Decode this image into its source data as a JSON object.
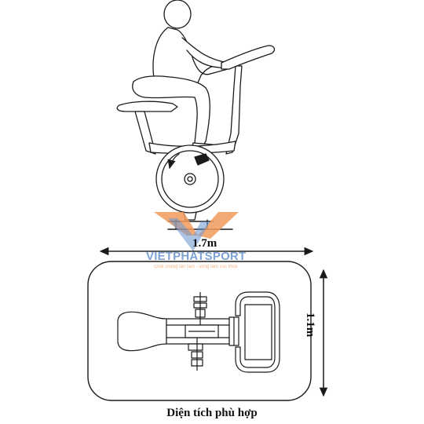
{
  "diagram": {
    "dimensions": {
      "width": "1.7m",
      "height": "1.1m"
    },
    "caption": "Diện tích phù hợp"
  },
  "watermark": {
    "brand": "VIETPHATSPORT",
    "tagline": "Chất lượng tận tâm - sống tâm cùc thoả",
    "colors": {
      "orange": "#f29b5c",
      "blue": "#5b8bc9"
    }
  },
  "colors": {
    "line": "#1a1a1a",
    "fill": "#ffffff"
  }
}
